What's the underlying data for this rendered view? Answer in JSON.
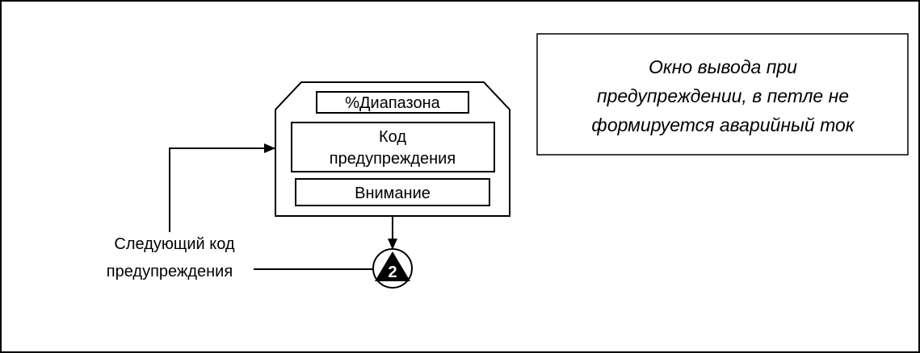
{
  "display": {
    "range_label": "%Диапазона",
    "code_label_lines": [
      "Код",
      "предупреждения"
    ],
    "attention_label": "Внимание"
  },
  "next_code_lines": [
    "Следующий код",
    "предупреждения"
  ],
  "connector_number": "2",
  "note_lines": [
    "Окно вывода при",
    "предупреждении, в петле не",
    "формируется аварийный ток"
  ]
}
